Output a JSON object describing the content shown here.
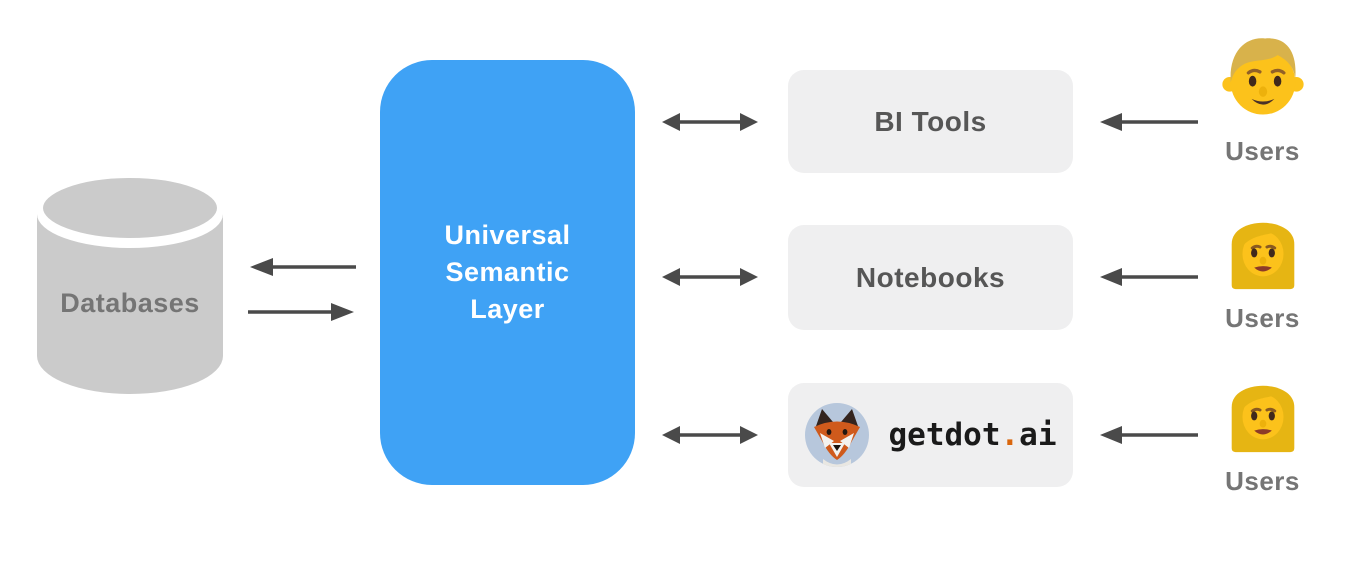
{
  "databases": {
    "label": "Databases"
  },
  "semantic_layer": {
    "line1": "Universal",
    "line2": "Semantic",
    "line3": "Layer"
  },
  "tools": [
    {
      "label": "BI Tools"
    },
    {
      "label": "Notebooks"
    },
    {
      "brand": {
        "name": "getdot",
        "dot": ".",
        "tld": "ai",
        "logo_icon": "fox-avatar"
      }
    }
  ],
  "users": [
    {
      "label": "Users",
      "emoji": "man"
    },
    {
      "label": "Users",
      "emoji": "woman"
    },
    {
      "label": "Users",
      "emoji": "woman"
    }
  ],
  "colors": {
    "semantic_layer_fill": "#3fa2f5",
    "semantic_layer_text": "#ffffff",
    "tool_box_fill": "#efeff0",
    "tool_box_text": "#565656",
    "database_fill": "#cbcbcb",
    "label_gray": "#757575",
    "arrow": "#4a4a4a",
    "getdot_text": "#1a1a1a",
    "getdot_dot": "#d9660d"
  }
}
